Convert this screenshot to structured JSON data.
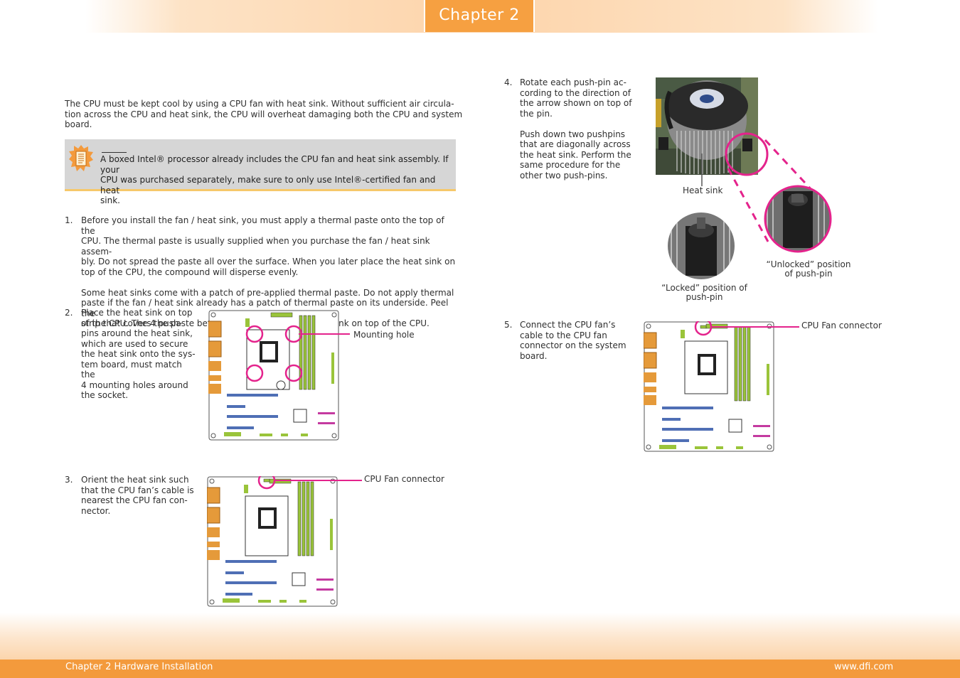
{
  "header": {
    "chapter_tab": "Chapter 2"
  },
  "intro": "The CPU must be kept cool by using a CPU fan with heat sink. Without sufficient air circula-tion across the CPU and heat sink, the CPU will overheat damaging both the CPU and system board.",
  "intro_lines": [
    "The CPU must be kept cool by using a CPU fan with heat sink. Without sufficient air circula-",
    "tion across the CPU and heat sink, the CPU will overheat damaging both the CPU and system",
    "board."
  ],
  "note": {
    "icon": "note-icon",
    "lines": [
      "A boxed Intel® processor already includes the CPU fan and heat sink assembly. If your",
      "CPU was purchased separately, make sure to only use Intel®-certified fan and heat",
      "sink."
    ]
  },
  "steps": [
    {
      "number": "1.",
      "lines": [
        "Before you install the fan / heat sink, you must apply a thermal paste onto the top of the",
        "CPU. The thermal paste is usually supplied when you purchase the fan / heat sink assem-",
        "bly. Do not spread the paste all over the surface. When you later place the heat sink on",
        "top of the CPU, the compound will disperse evenly."
      ],
      "extra_lines": [
        "Some heat sinks come with a patch of pre-applied thermal paste. Do not apply thermal",
        "paste if the fan / heat sink already has a patch of thermal paste on its underside. Peel the",
        "strip that covers the paste before you place the fan / heat sink on top of the CPU."
      ]
    },
    {
      "number": "2.",
      "lines": [
        "Place the heat sink on top",
        "of the CPU. The 4 push-",
        "pins around the heat sink,",
        "which are used to secure",
        "the heat sink onto the sys-",
        "tem board, must match the",
        "4 mounting holes around",
        "the socket."
      ],
      "callout": "Mounting hole"
    },
    {
      "number": "3.",
      "lines": [
        "Orient the heat sink such",
        "that the CPU fan’s cable is",
        "nearest the CPU fan con-",
        "nector."
      ],
      "callout": "CPU Fan connector"
    },
    {
      "number": "4.",
      "lines": [
        "Rotate each push-pin ac-",
        "cording to the direction of",
        "the arrow shown on top of",
        "the pin."
      ],
      "extra_lines": [
        "Push down two pushpins",
        "that are diagonally across",
        "the heat sink. Perform the",
        "same procedure for the",
        "other two push-pins."
      ],
      "labels": {
        "heat_sink": "Heat sink",
        "unlocked_1": "“Unlocked” position",
        "unlocked_2": "of push-pin",
        "locked_1": "“Locked” position of",
        "locked_2": "push-pin"
      }
    },
    {
      "number": "5.",
      "lines": [
        "Connect the CPU fan’s",
        "cable to the CPU fan",
        "connector on the system",
        "board."
      ],
      "callout": "CPU Fan connector"
    }
  ],
  "footer": {
    "left": "Chapter 2 Hardware Installation",
    "right": "www.dfi.com"
  },
  "colors": {
    "accent_orange": "#f6a041",
    "callout_pink": "#e4238c",
    "note_gray": "#d6d6d6",
    "board_slot_green": "#9ac43a",
    "board_slot_blue": "#4f6fb5",
    "board_connector_orange": "#e59a3a"
  }
}
